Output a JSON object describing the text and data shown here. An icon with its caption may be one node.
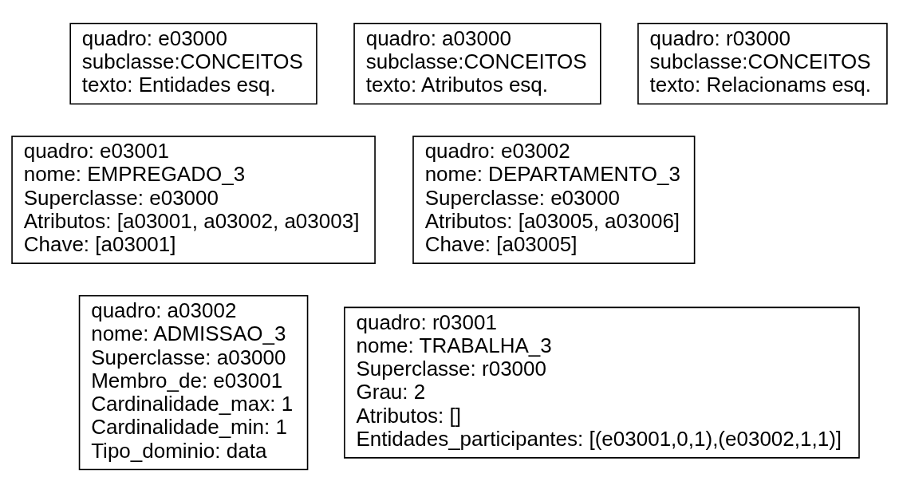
{
  "diagram": {
    "nodes": [
      {
        "text": [
          "quadro: e03000",
          "subclasse:CONCEITOS",
          "texto: Entidades esq."
        ]
      },
      {
        "text": [
          "quadro: a03000",
          "subclasse:CONCEITOS",
          "texto: Atributos esq."
        ]
      },
      {
        "text": [
          "quadro: r03000",
          "subclasse:CONCEITOS",
          "texto: Relacionams esq."
        ]
      },
      {
        "text": [
          "quadro: e03001",
          "nome: EMPREGADO_3",
          "Superclasse: e03000",
          "Atributos: [a03001, a03002, a03003]",
          "Chave: [a03001]"
        ]
      },
      {
        "text": [
          "quadro: e03002",
          "nome: DEPARTAMENTO_3",
          "Superclasse: e03000",
          "Atributos: [a03005, a03006]",
          "Chave: [a03005]"
        ]
      },
      {
        "text": [
          "quadro: a03002",
          "nome: ADMISSAO_3",
          "Superclasse: a03000",
          "Membro_de: e03001",
          "Cardinalidade_max: 1",
          "Cardinalidade_min: 1",
          "Tipo_dominio: data"
        ]
      },
      {
        "text": [
          "quadro: r03001",
          "nome: TRABALHA_3",
          "Superclasse: r03000",
          "Grau: 2",
          "Atributos: []",
          "Entidades_participantes: [(e03001,0,1),(e03002,1,1)]"
        ]
      }
    ],
    "edges": []
  }
}
